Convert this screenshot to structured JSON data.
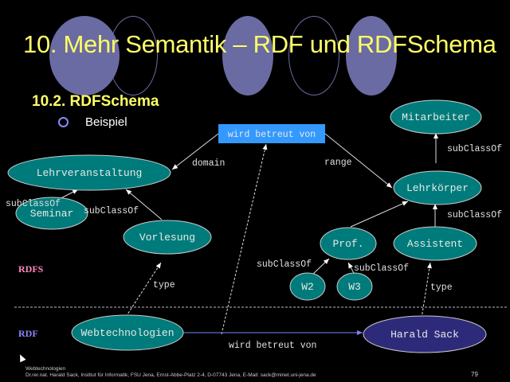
{
  "slide": {
    "title": "10. Mehr Semantik – RDF und RDFSchema",
    "subtitle": "10.2. RDFSchema",
    "bullet": "Beispiel",
    "page_number": "79",
    "footer": {
      "line1": "Webtechnologien",
      "line2": "Dr.rer.nat. Harald Sack, Institut für Informatik, FSU Jena, Ernst-Abbe-Platz 2-4, D-07743 Jena, E-Mail: sack@minet.uni-jena.de"
    }
  },
  "colors": {
    "title": "#ffff66",
    "class_node": "#007b7b",
    "instance_node": "#2e2a7a",
    "property_box": "#3399ff",
    "rdfs_label": "#ff88bb",
    "rdf_label": "#8888ff",
    "decor_circle": "#6b6ba3"
  },
  "diagram": {
    "layers": {
      "rdfs": "RDFS",
      "rdf": "RDF"
    },
    "property": {
      "id": "wird_betreut_von",
      "label": "wird betreut von"
    },
    "nodes": [
      {
        "id": "lehrveranstaltung",
        "label": "Lehrveranstaltung",
        "kind": "class"
      },
      {
        "id": "seminar",
        "label": "Seminar",
        "kind": "class"
      },
      {
        "id": "vorlesung",
        "label": "Vorlesung",
        "kind": "class"
      },
      {
        "id": "mitarbeiter",
        "label": "Mitarbeiter",
        "kind": "class"
      },
      {
        "id": "lehrkoerper",
        "label": "Lehrkörper",
        "kind": "class"
      },
      {
        "id": "prof",
        "label": "Prof.",
        "kind": "class"
      },
      {
        "id": "assistent",
        "label": "Assistent",
        "kind": "class"
      },
      {
        "id": "w2",
        "label": "W2",
        "kind": "class"
      },
      {
        "id": "w3",
        "label": "W3",
        "kind": "class"
      },
      {
        "id": "webtechnologien",
        "label": "Webtechnologien",
        "kind": "instance"
      },
      {
        "id": "harald_sack",
        "label": "Harald Sack",
        "kind": "instance"
      }
    ],
    "edges": [
      {
        "from": "wird_betreut_von",
        "to": "lehrveranstaltung",
        "label": "domain",
        "style": "solid"
      },
      {
        "from": "wird_betreut_von",
        "to": "lehrkoerper",
        "label": "range",
        "style": "solid"
      },
      {
        "from": "seminar",
        "to": "lehrveranstaltung",
        "label": "subClassOf",
        "style": "solid"
      },
      {
        "from": "vorlesung",
        "to": "lehrveranstaltung",
        "label": "subClassOf",
        "style": "solid"
      },
      {
        "from": "lehrkoerper",
        "to": "mitarbeiter",
        "label": "subClassOf",
        "style": "solid"
      },
      {
        "from": "assistent",
        "to": "lehrkoerper",
        "label": "subClassOf",
        "style": "solid"
      },
      {
        "from": "prof",
        "to": "lehrkoerper",
        "label": "",
        "style": "solid"
      },
      {
        "from": "w2",
        "to": "prof",
        "label": "subClassOf",
        "style": "solid"
      },
      {
        "from": "w3",
        "to": "prof",
        "label": "subClassOf",
        "style": "solid"
      },
      {
        "from": "webtechnologien",
        "to": "vorlesung",
        "label": "type",
        "style": "dashed"
      },
      {
        "from": "harald_sack",
        "to": "assistent",
        "label": "type",
        "style": "dashed"
      },
      {
        "from": "webtechnologien_edge",
        "to": "wird_betreut_von",
        "label": "",
        "style": "dashed"
      },
      {
        "from": "webtechnologien",
        "to": "harald_sack",
        "label": "wird betreut von",
        "style": "solid"
      }
    ]
  }
}
